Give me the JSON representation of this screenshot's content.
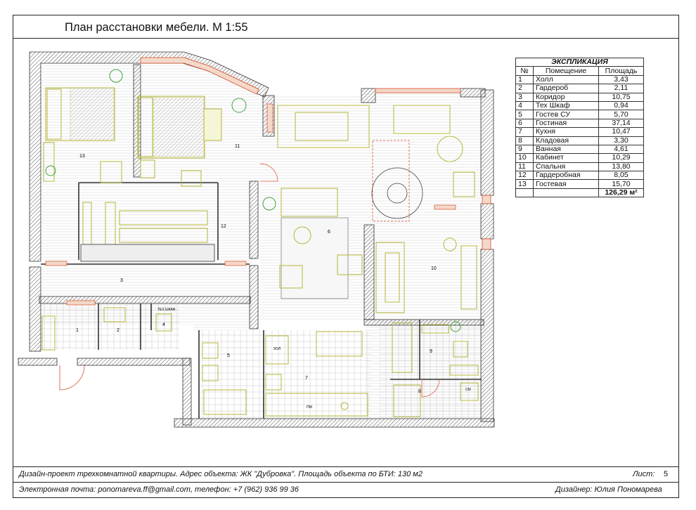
{
  "title": "План расстановки мебели. М 1:55",
  "explication": {
    "title": "ЭКСПЛИКАЦИЯ",
    "columns": [
      "№",
      "Помещение",
      "Площадь"
    ],
    "rows": [
      {
        "no": "1",
        "room": "Холл",
        "area": "3,43"
      },
      {
        "no": "2",
        "room": "Гардероб",
        "area": "2,11"
      },
      {
        "no": "3",
        "room": "Коридор",
        "area": "10,75"
      },
      {
        "no": "4",
        "room": "Тех Шкаф",
        "area": "0,94"
      },
      {
        "no": "5",
        "room": "Гостев СУ",
        "area": "5,70"
      },
      {
        "no": "6",
        "room": "Гостиная",
        "area": "37,14"
      },
      {
        "no": "7",
        "room": "Кухня",
        "area": "10,47"
      },
      {
        "no": "8",
        "room": "Кладовая",
        "area": "3,30"
      },
      {
        "no": "9",
        "room": "Ванная",
        "area": "4,61"
      },
      {
        "no": "10",
        "room": "Кабинет",
        "area": "10,29"
      },
      {
        "no": "11",
        "room": "Спальня",
        "area": "13,80"
      },
      {
        "no": "12",
        "room": "Гардеробная",
        "area": "8,05"
      },
      {
        "no": "13",
        "room": "Гостевая",
        "area": "15,70"
      }
    ],
    "total": "126,29 м²"
  },
  "plan_labels": {
    "tech_cabinet": "ТЕХ ШКАФ",
    "fridge": "ХОЛ",
    "dishwasher": "ПМ",
    "washer": "СМ",
    "rooms": [
      "1",
      "2",
      "3",
      "4",
      "5",
      "6",
      "7",
      "8",
      "9",
      "10",
      "11",
      "12",
      "13"
    ]
  },
  "footer": {
    "project": "Дизайн-проект  трехкомнатной квартиры. Адрес объекта: ЖК \"Дубровка\". Площадь объекта по БТИ:  130 м2",
    "sheet_label": "Лист:",
    "sheet_no": "5",
    "contacts": "Электронная почта: ponomareva.ff@gmail.com, телефон: +7 (962) 936 99 36",
    "designer": "Дизайнер: Юлия Пономарева"
  },
  "colors": {
    "wall": "#8a8a8a",
    "furniture": "#b5b53a",
    "plant": "#3fa33a",
    "accent": "#d94a2a"
  }
}
